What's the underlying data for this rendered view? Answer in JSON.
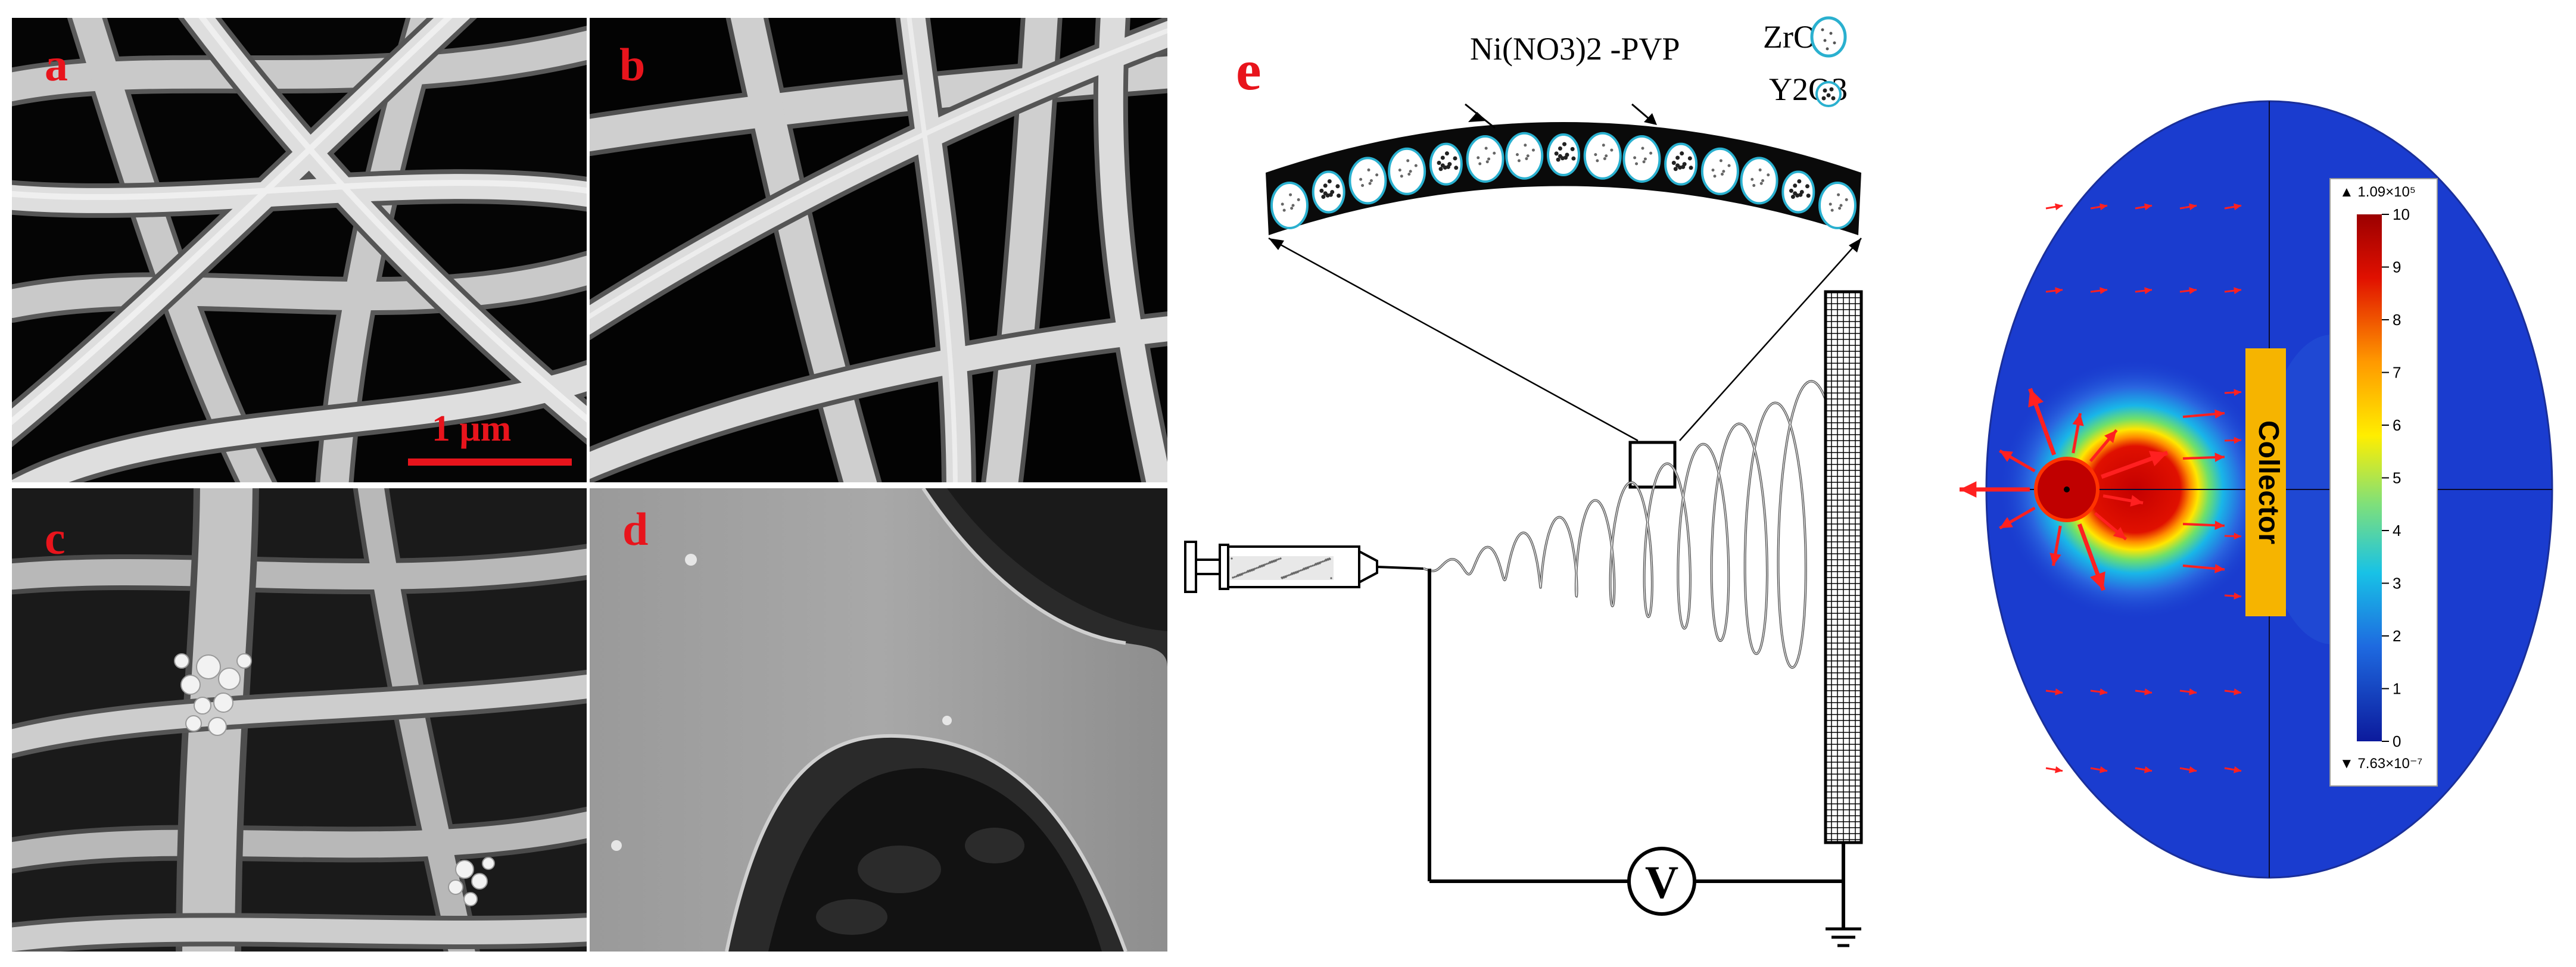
{
  "panels": {
    "a": {
      "label": "a",
      "scale_bar": "1 μm"
    },
    "b": {
      "label": "b"
    },
    "c": {
      "label": "c"
    },
    "d": {
      "label": "d"
    }
  },
  "diagram": {
    "label": "e",
    "fiber_label": "Ni(NO3)2 -PVP",
    "legend": [
      {
        "name": "ZrO2",
        "icon": "zro2-particle-icon"
      },
      {
        "name": "Y2O3",
        "icon": "y2o3-particle-icon"
      }
    ],
    "voltmeter": "V"
  },
  "simulation": {
    "collector": "Collector",
    "colorbar_max": "▲ 1.09×10⁵",
    "colorbar_min": "▼ 7.63×10⁻⁷",
    "ticks": [
      "10",
      "9",
      "8",
      "7",
      "6",
      "5",
      "4",
      "3",
      "2",
      "1",
      "0"
    ],
    "colors": {
      "background": "#1a3ccf",
      "hot": "#c40000",
      "collector": "#f6b400",
      "arrow": "#ff2020"
    }
  }
}
